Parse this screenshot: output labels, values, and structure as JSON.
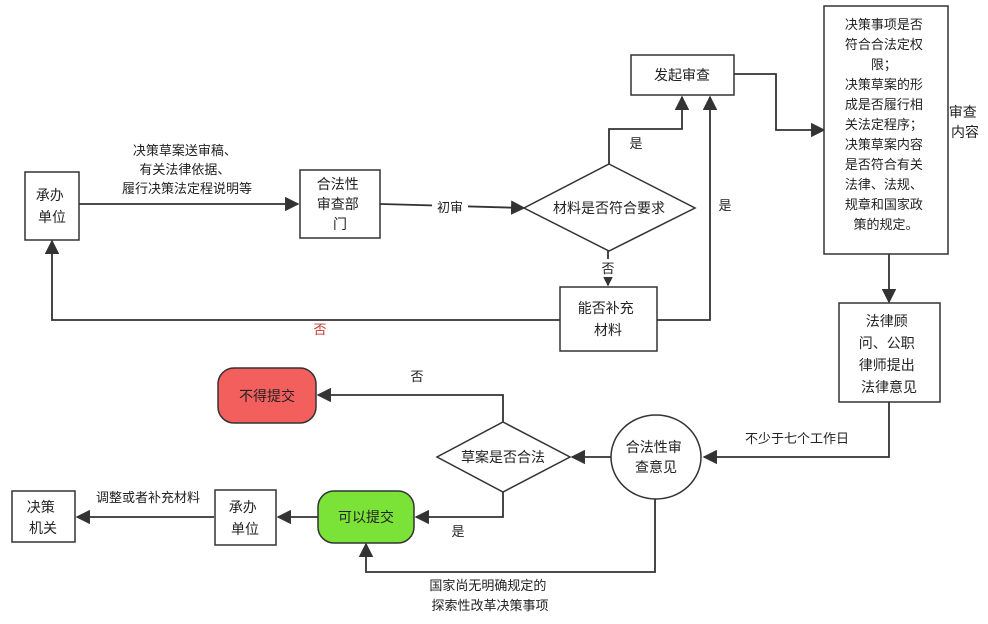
{
  "nodes": {
    "undertaking_unit_top": [
      "承办",
      "单位"
    ],
    "legality_review_dept": [
      "合法性",
      "审查部",
      "门"
    ],
    "material_check": [
      "材料是否符合要求"
    ],
    "initiate_review": [
      "发起审查"
    ],
    "supplement_material": [
      "能否补充",
      "材料"
    ],
    "review_content_box": [
      "决策事项是否",
      "符合合法定权",
      "限；",
      "决策草案的形",
      "成是否履行相",
      "关法定程序；",
      "决策草案内容",
      "是否符合有关",
      "法律、法规、",
      "规章和国家政",
      "策的规定。"
    ],
    "review_content_label": [
      "审查",
      "内容"
    ],
    "legal_advisor": [
      "法律顾",
      "问、公职",
      "律师提出",
      "法律意见"
    ],
    "legality_opinion": [
      "合法性审",
      "查意见"
    ],
    "draft_legal_check": [
      "草案是否合法"
    ],
    "not_submit": [
      "不得提交"
    ],
    "can_submit": [
      "可以提交"
    ],
    "undertaking_unit_bottom": [
      "承办",
      "单位"
    ],
    "decision_organ": [
      "决策",
      "机关"
    ]
  },
  "labels": {
    "send_materials": [
      "决策草案送审稿、",
      "有关法律依据、",
      "履行决策法定程说明等"
    ],
    "first_review": "初审",
    "yes_to_initiate": "是",
    "no_to_supplement": "否",
    "yes_supplement": "是",
    "no_back_to_unit": "否",
    "seven_days": "不少于七个工作日",
    "no_not_submit": "否",
    "yes_can_submit": "是",
    "adjust_materials": "调整或者补充材料",
    "exploratory_reform": [
      "国家尚无明确规定的",
      "探索性改革决策事项"
    ]
  },
  "colors": {
    "not_submit_fill": "#f25f5c",
    "can_submit_fill": "#7be337",
    "no_label_red": "#c0392b"
  }
}
